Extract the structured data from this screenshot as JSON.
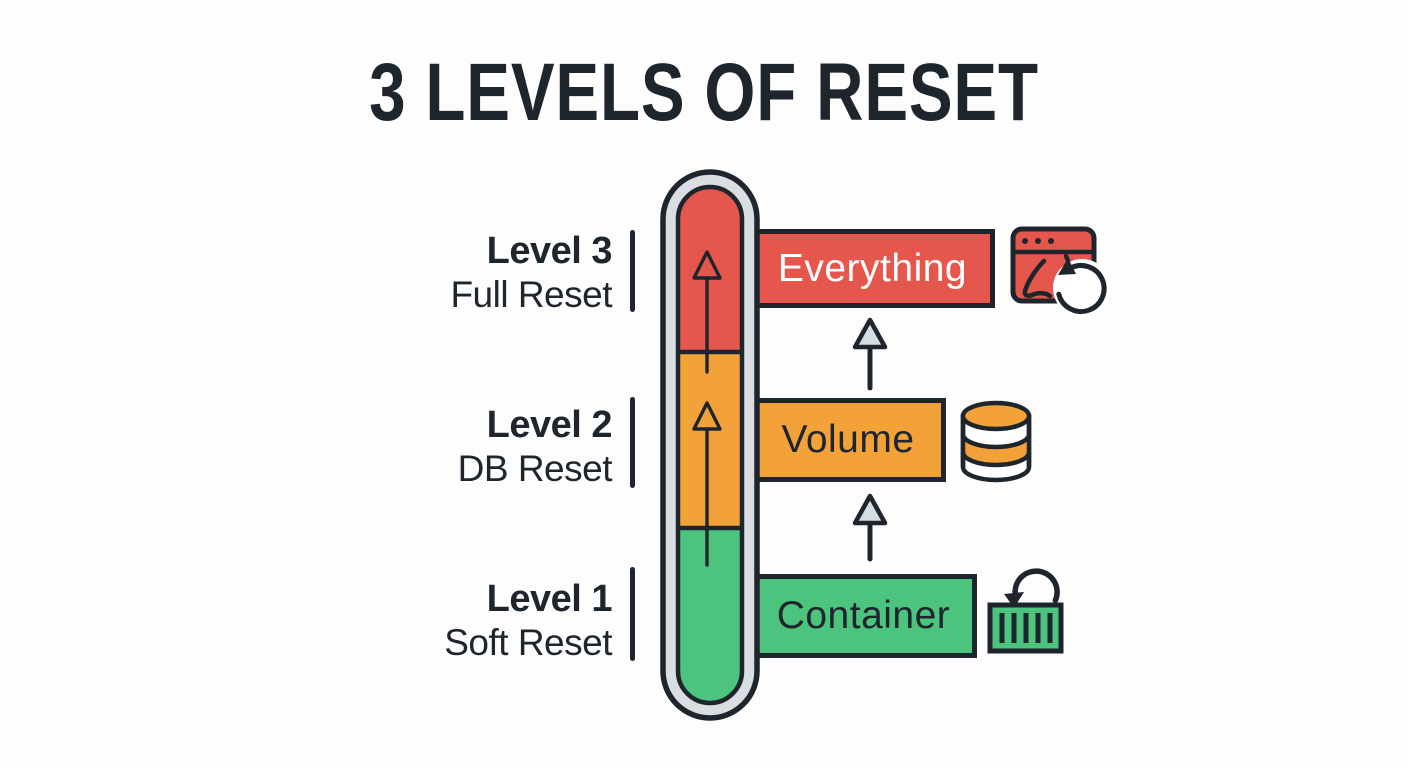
{
  "title": "3 LEVELS OF RESET",
  "levels": [
    {
      "name": "Level 3",
      "sub": "Full Reset",
      "bar": "Everything",
      "icon": "browser-reset-icon",
      "color": "#e5574d"
    },
    {
      "name": "Level 2",
      "sub": "DB Reset",
      "bar": "Volume",
      "icon": "database-icon",
      "color": "#f3a139"
    },
    {
      "name": "Level 1",
      "sub": "Soft Reset",
      "bar": "Container",
      "icon": "container-restart-icon",
      "color": "#4cc47d"
    }
  ],
  "colors": {
    "dark": "#1e252d",
    "red": "#e5574d",
    "orange": "#f3a139",
    "green": "#4cc47d",
    "ring": "#d9dee2",
    "arrowfill": "#d6dde0",
    "bg": "#fdfdfd",
    "white": "#ffffff"
  }
}
